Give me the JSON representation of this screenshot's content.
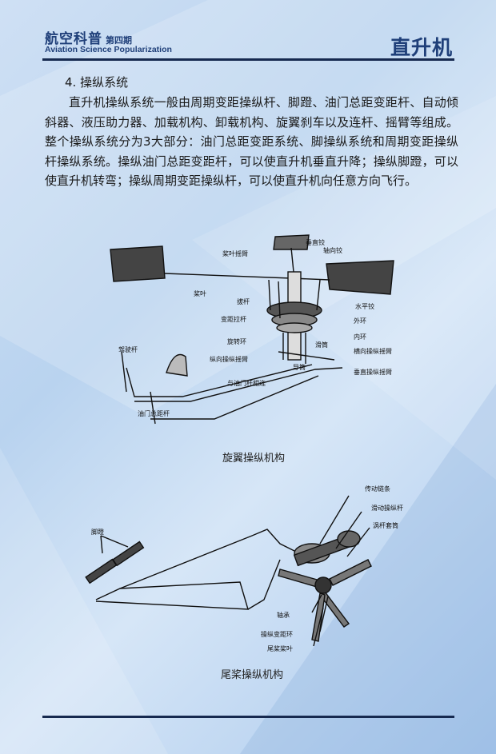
{
  "header": {
    "magazine_cn": "航空科普",
    "issue": "第四期",
    "magazine_en": "Aviation Science Popularization",
    "column": "直升机"
  },
  "section": {
    "heading": "4. 操纵系统",
    "paragraph": "直升机操纵系统一般由周期变距操纵杆、脚蹬、油门总距变距杆、自动倾斜器、液压助力器、加载机构、卸载机构、旋翼刹车以及连杆、摇臂等组成。整个操纵系统分为3大部分：油门总距变距系统、脚操纵系统和周期变距操纵杆操纵系统。操纵油门总距变距杆，可以使直升机垂直升降；操纵脚蹬，可以使直升机转弯；操纵周期变距操纵杆，可以使直升机向任意方向飞行。"
  },
  "figure1": {
    "caption": "旋翼操纵机构",
    "labels": {
      "vertical_hinge": "垂直铰",
      "blade_rocker": "桨叶摇臂",
      "axial_hinge": "轴向铰",
      "blade": "桨叶",
      "pull_rod": "拔杆",
      "horizontal_hinge": "水平铰",
      "pitch_link": "变距拉杆",
      "outer_ring": "外环",
      "rotating_ring": "旋转环",
      "inner_ring": "内环",
      "cyclic_stick": "驾驶杆",
      "slider": "滑筒",
      "lateral_rocker": "横向操纵摇臂",
      "longitudinal_rocker": "纵向操纵摇臂",
      "guide": "导筒",
      "vertical_rocker": "垂直操纵摇臂",
      "throttle_link": "与油门杆相连",
      "collective_lever": "油门总距杆"
    }
  },
  "figure2": {
    "caption": "尾桨操纵机构",
    "labels": {
      "chain": "传动链条",
      "slider_rod": "滑动操纵杆",
      "worm_sleeve": "涡杆套筒",
      "pedals": "脚蹬",
      "bearing": "轴承",
      "pitch_ring": "操纵变距环",
      "tail_blade": "尾桨桨叶"
    }
  },
  "colors": {
    "brand_blue": "#1f3f79",
    "rule": "#16294f"
  }
}
